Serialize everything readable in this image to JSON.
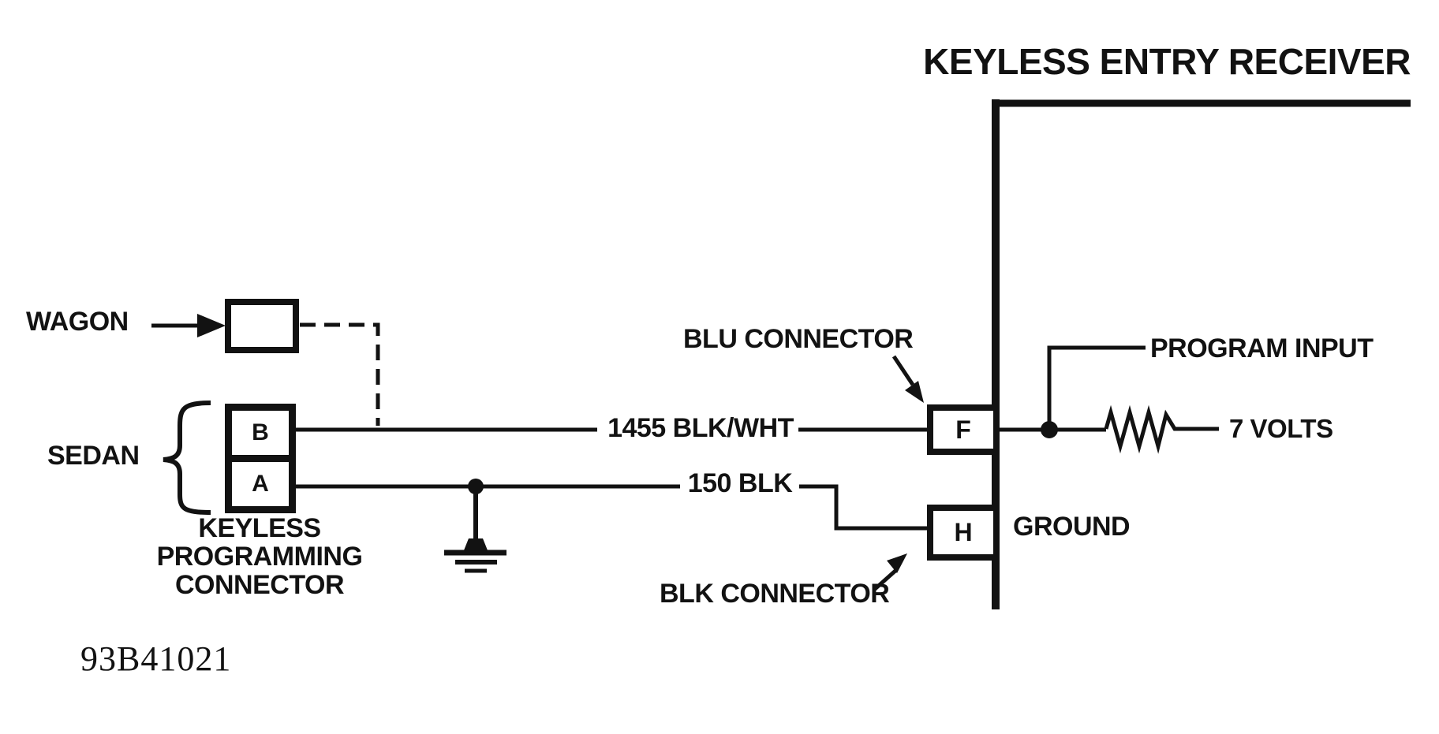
{
  "page": {
    "background": "#ffffff",
    "ink": "#121212"
  },
  "diagram": {
    "title": "KEYLESS ENTRY RECEIVER",
    "figure_number": "93B41021",
    "vehicle_variants": {
      "wagon": "WAGON",
      "sedan": "SEDAN"
    },
    "programming_connector": {
      "label": "KEYLESS\nPROGRAMMING\nCONNECTOR",
      "pin_top": "B",
      "pin_bottom": "A"
    },
    "wires": {
      "program_wire": "1455 BLK/WHT",
      "ground_wire": "150 BLK"
    },
    "receiver": {
      "blu_connector_label": "BLU CONNECTOR",
      "blk_connector_label": "BLK CONNECTOR",
      "pin_f": "F",
      "pin_h": "H",
      "program_input_label": "PROGRAM INPUT",
      "ground_label": "GROUND",
      "volts_label": "7 VOLTS"
    }
  }
}
